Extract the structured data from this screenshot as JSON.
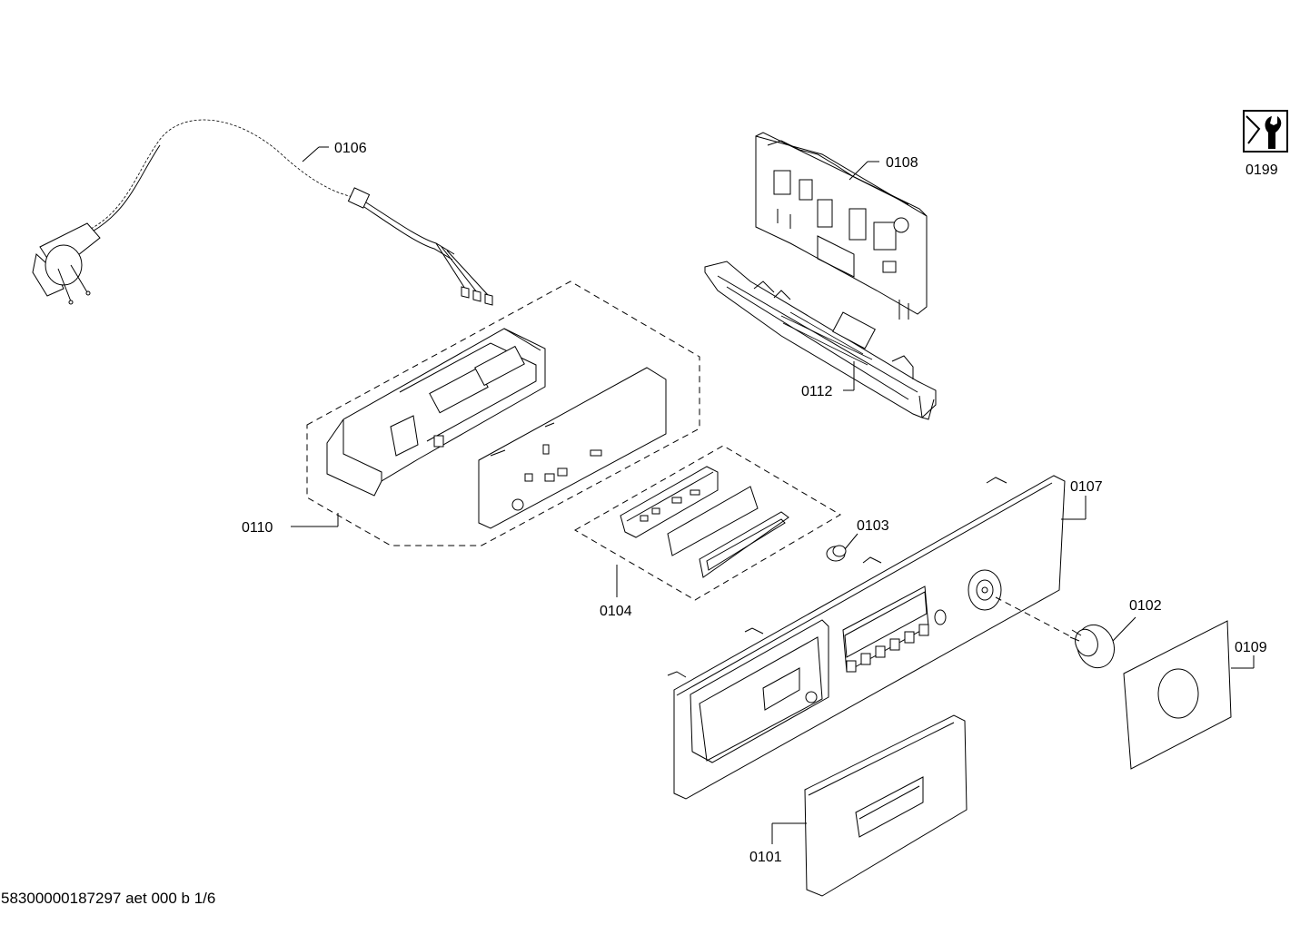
{
  "parts": {
    "p0106": "0106",
    "p0108": "0108",
    "p0199": "0199",
    "p0112": "0112",
    "p0110": "0110",
    "p0107": "0107",
    "p0103": "0103",
    "p0104": "0104",
    "p0102": "0102",
    "p0109": "0109",
    "p0101": "0101"
  },
  "footer": "58300000187297 aet 000 b 1/6",
  "icons": {
    "service": "tool-icon"
  }
}
